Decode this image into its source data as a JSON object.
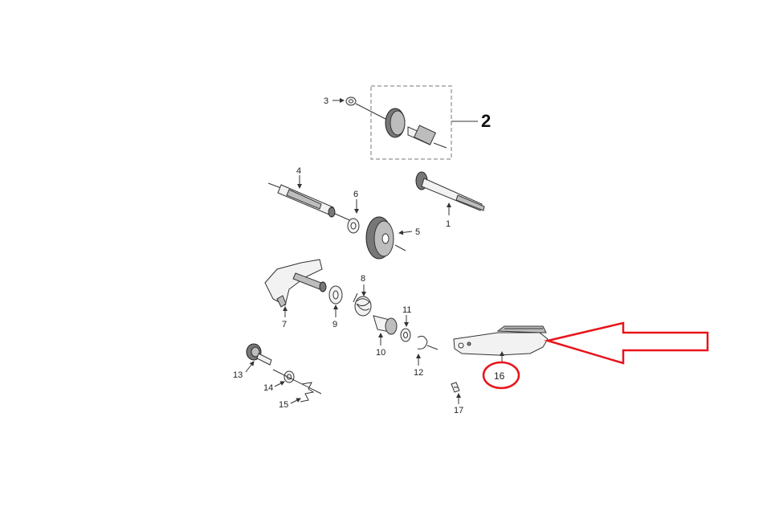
{
  "callouts": {
    "group": "2",
    "c1": "1",
    "c3": "3",
    "c4": "4",
    "c5": "5",
    "c6": "6",
    "c7": "7",
    "c8": "8",
    "c9": "9",
    "c10": "10",
    "c11": "11",
    "c12": "12",
    "c13": "13",
    "c14": "14",
    "c15": "15",
    "c16": "16",
    "c17": "17"
  },
  "colors": {
    "highlight": "#e8141b",
    "ink": "#333333",
    "background": "#ffffff"
  }
}
